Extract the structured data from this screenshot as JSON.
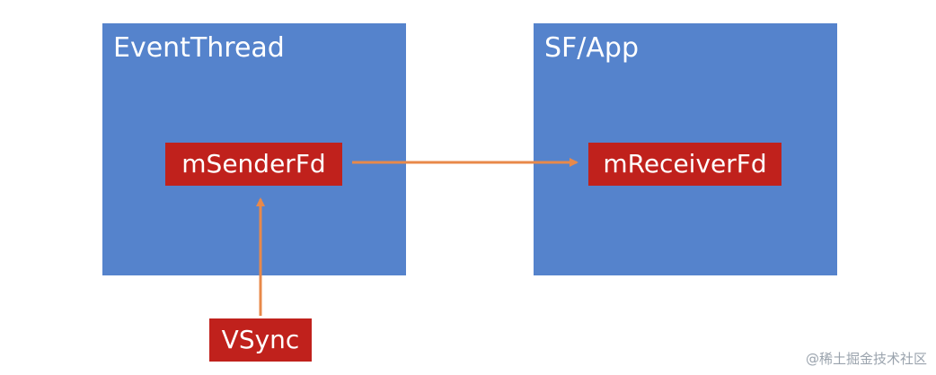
{
  "panels": {
    "left_title": "EventThread",
    "right_title": "SF/App"
  },
  "boxes": {
    "sender": "mSenderFd",
    "receiver": "mReceiverFd",
    "vsync": "VSync"
  },
  "watermark": "@稀土掘金技术社区",
  "colors": {
    "panel": "#5583cc",
    "box": "#c0211c",
    "arrow": "#e8894a",
    "text": "#ffffff"
  }
}
